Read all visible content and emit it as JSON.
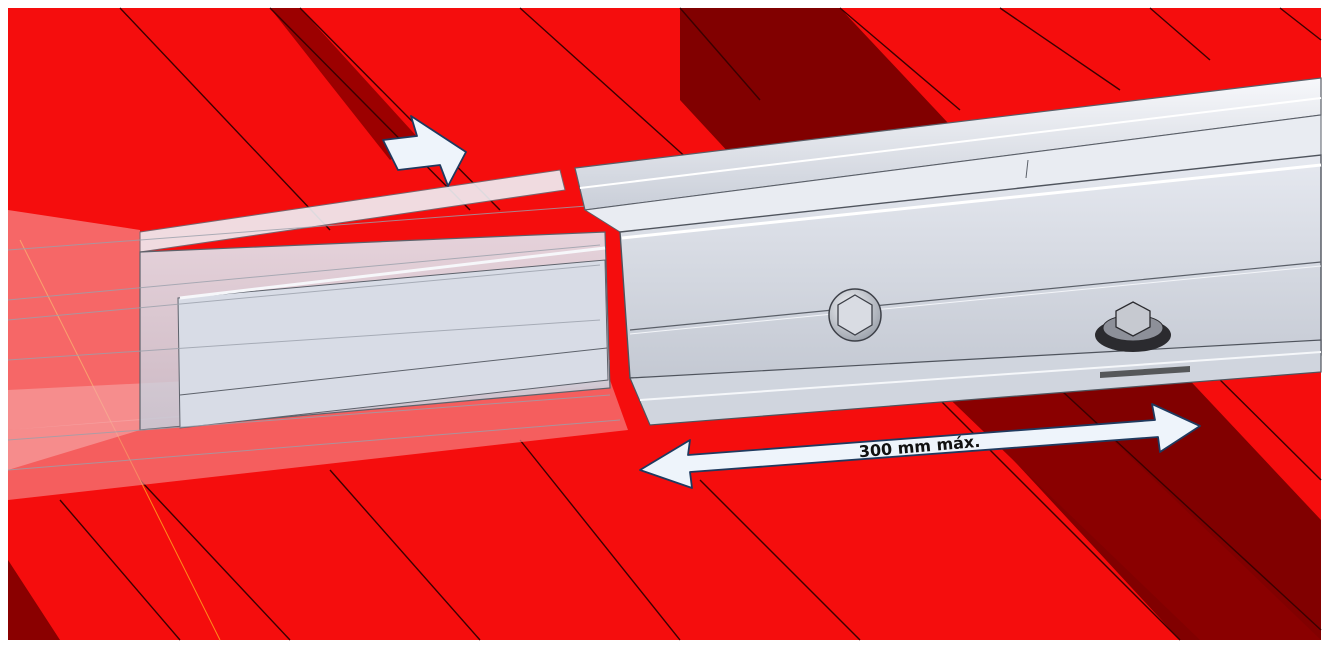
{
  "diagram": {
    "dimension_label": "300 mm máx.",
    "components": [
      "roof-sheet",
      "inner-rail",
      "outer-rail",
      "hex-bolt",
      "sealing-washer-screw",
      "insert-arrow",
      "dimension-arrow"
    ],
    "colors": {
      "roof_red": "#f50d0d",
      "roof_dark": "#7a0000",
      "rail_metal": "#dfe3ec",
      "arrow_fill": "#eef4fb",
      "arrow_stroke": "#1f3a5f"
    }
  }
}
